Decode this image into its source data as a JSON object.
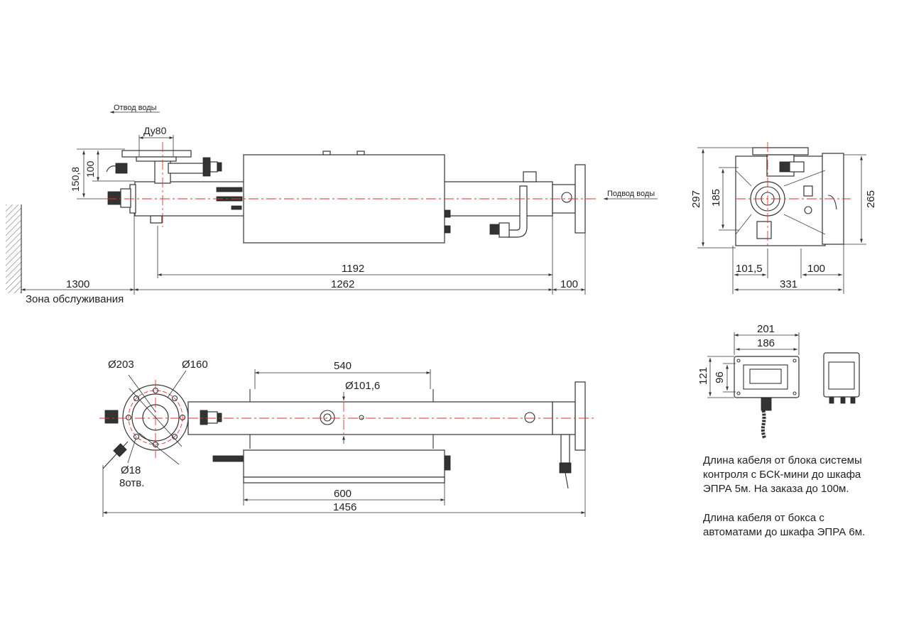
{
  "labels": {
    "water_outlet": "Отвод воды",
    "water_inlet": "Подвод воды",
    "outlet_dn": "Ду80",
    "service_zone": "Зона обслуживания"
  },
  "dimensions": {
    "side": {
      "h_150_8": "150,8",
      "h_100": "100",
      "len_1192": "1192",
      "len_1262": "1262",
      "len_100": "100",
      "service_1300": "1300"
    },
    "end": {
      "h_297": "297",
      "h_185": "185",
      "h_265": "265",
      "w_101_5": "101,5",
      "w_100": "100",
      "w_331": "331"
    },
    "top": {
      "d_203": "Ø203",
      "d_160": "Ø160",
      "d_18": "Ø18",
      "holes": "8отв.",
      "d_101_6": "Ø101,6",
      "len_540": "540",
      "len_600": "600",
      "len_1456": "1456"
    },
    "box": {
      "w_201": "201",
      "w_186": "186",
      "h_121": "121",
      "h_96": "96"
    }
  },
  "notes": {
    "cable_1_line1": "Длина кабеля от блока системы",
    "cable_1_line2": "контроля с БСК-мини до шкафа",
    "cable_1_line3": "ЭПРА 5м. На заказа до 100м.",
    "cable_2_line1": "Длина кабеля от бокса с",
    "cable_2_line2": "автоматами до шкафа ЭПРА 6м."
  },
  "colors": {
    "axis": "#e0322f",
    "line": "#333333"
  }
}
